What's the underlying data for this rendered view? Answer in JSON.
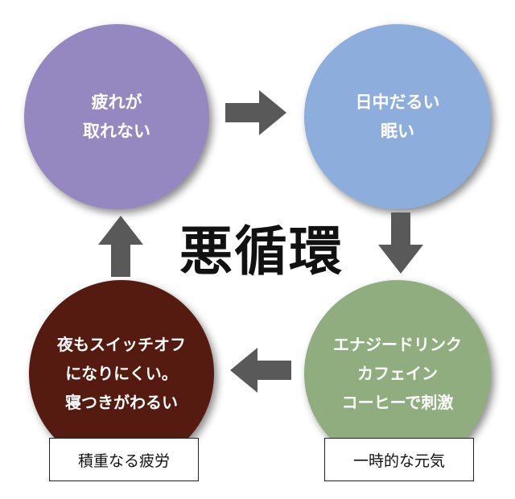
{
  "diagram": {
    "title": "悪循環",
    "colors": {
      "circle_purple": "#9588c0",
      "circle_blue": "#8daedc",
      "circle_green": "#8fad7f",
      "circle_brown": "#551b11",
      "arrow": "#595959"
    },
    "nodes": [
      {
        "id": "tired",
        "lines": [
          "疲れが",
          "取れない"
        ]
      },
      {
        "id": "sleepy",
        "lines": [
          "日中だるい",
          "眠い"
        ]
      },
      {
        "id": "stimulus",
        "lines": [
          "エナジードリンク",
          "カフェイン",
          "コーヒーで刺激"
        ]
      },
      {
        "id": "cant-switch-off",
        "lines": [
          "夜もスイッチオフ",
          "になりにくい。",
          "寝つきがわるい"
        ]
      }
    ],
    "labels": {
      "left": "積重なる疲労",
      "right": "一時的な元気"
    }
  }
}
